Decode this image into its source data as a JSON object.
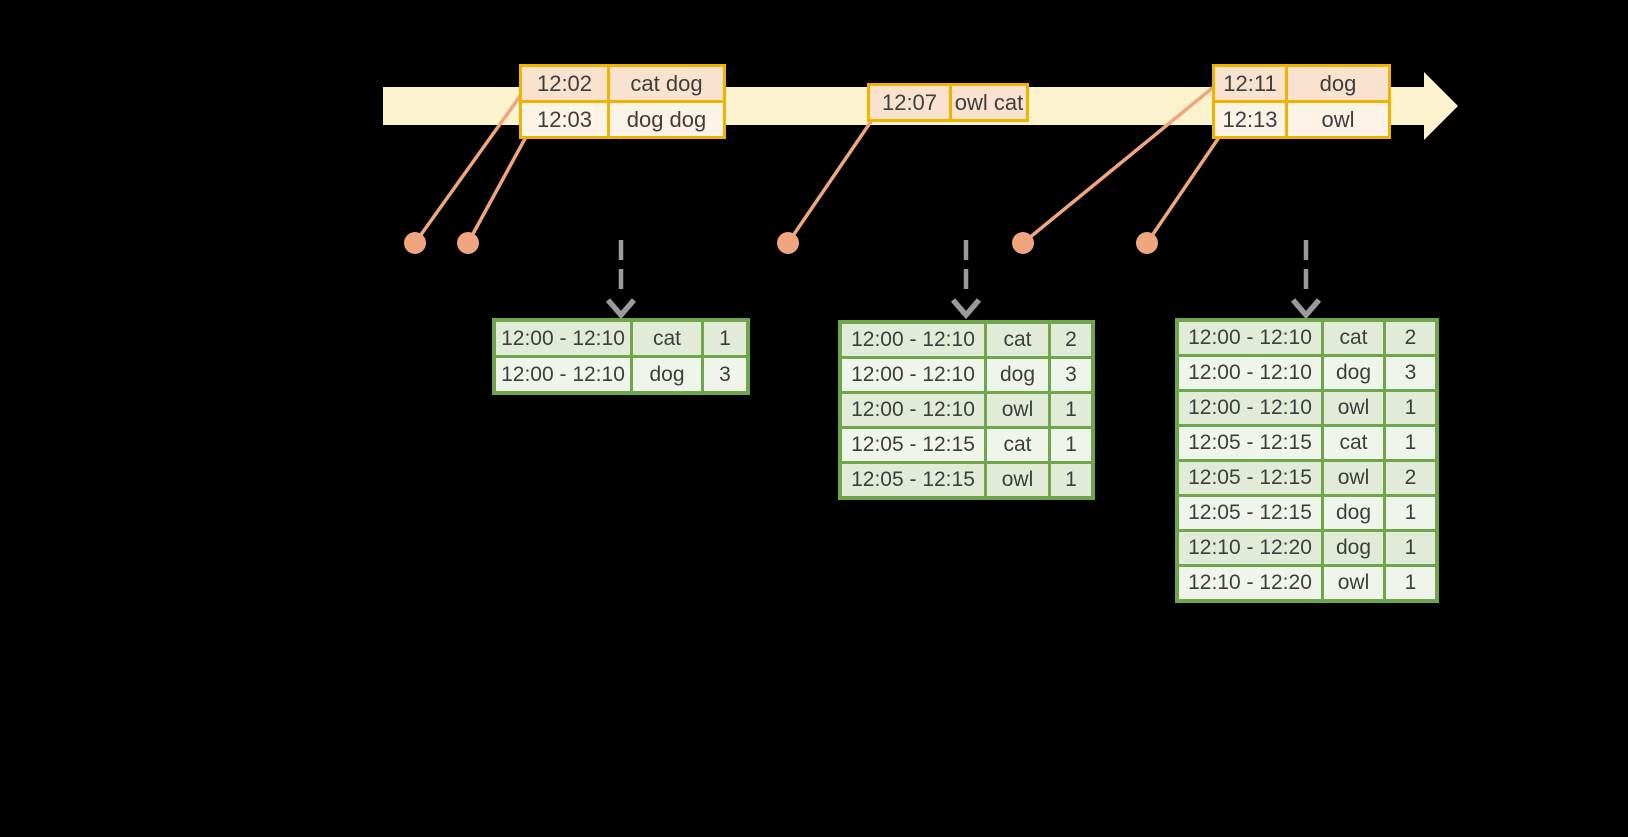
{
  "palette": {
    "background": "#000000",
    "timeline_fill": "#FCF2CE",
    "event_border": "#F0B400",
    "event_row_fill_dark": "#FAE3CE",
    "event_row_fill_light": "#FDF3E7",
    "connector": "#EFA57E",
    "result_border": "#6FA64A",
    "result_row_fill_dark": "#E1EBD8",
    "result_row_fill_light": "#F0F5EC",
    "trigger_arrow": "#9B9B9B",
    "text": "#3E3E3E"
  },
  "icons": {
    "timeline_arrow": "right-arrow",
    "trigger_arrow": "dashed-down-arrow",
    "event_marker": "dot"
  },
  "event_tables": [
    {
      "rows": [
        {
          "time": "12:02",
          "words": "cat dog"
        },
        {
          "time": "12:03",
          "words": "dog dog"
        }
      ]
    },
    {
      "rows": [
        {
          "time": "12:07",
          "words": "owl cat"
        }
      ]
    },
    {
      "rows": [
        {
          "time": "12:11",
          "words": "dog"
        },
        {
          "time": "12:13",
          "words": "owl"
        }
      ]
    }
  ],
  "result_tables": [
    {
      "rows": [
        {
          "window": "12:00 - 12:10",
          "word": "cat",
          "count": "1"
        },
        {
          "window": "12:00 - 12:10",
          "word": "dog",
          "count": "3"
        }
      ]
    },
    {
      "rows": [
        {
          "window": "12:00 - 12:10",
          "word": "cat",
          "count": "2"
        },
        {
          "window": "12:00 - 12:10",
          "word": "dog",
          "count": "3"
        },
        {
          "window": "12:00 - 12:10",
          "word": "owl",
          "count": "1"
        },
        {
          "window": "12:05 - 12:15",
          "word": "cat",
          "count": "1"
        },
        {
          "window": "12:05 - 12:15",
          "word": "owl",
          "count": "1"
        }
      ]
    },
    {
      "rows": [
        {
          "window": "12:00 - 12:10",
          "word": "cat",
          "count": "2"
        },
        {
          "window": "12:00 - 12:10",
          "word": "dog",
          "count": "3"
        },
        {
          "window": "12:00 - 12:10",
          "word": "owl",
          "count": "1"
        },
        {
          "window": "12:05 - 12:15",
          "word": "cat",
          "count": "1"
        },
        {
          "window": "12:05 - 12:15",
          "word": "owl",
          "count": "2"
        },
        {
          "window": "12:05 - 12:15",
          "word": "dog",
          "count": "1"
        },
        {
          "window": "12:10 - 12:20",
          "word": "dog",
          "count": "1"
        },
        {
          "window": "12:10 - 12:20",
          "word": "owl",
          "count": "1"
        }
      ]
    }
  ]
}
